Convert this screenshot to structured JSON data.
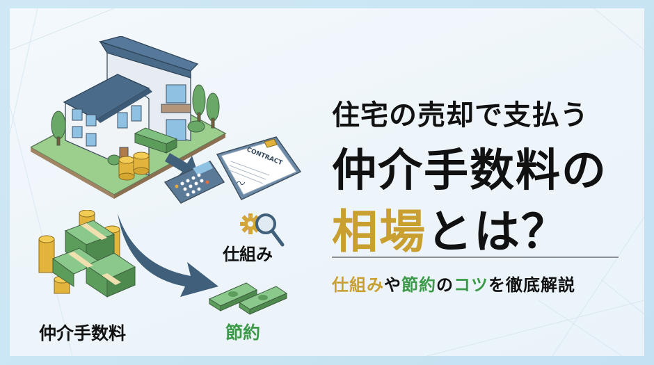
{
  "headline": {
    "line1": "住宅の売却で支払う",
    "line2": "仲介手数料の",
    "line3_highlight": "相場",
    "line3_rest": "とは？"
  },
  "subtitle": {
    "part1_gold": "仕組み",
    "part2": "や",
    "part3_green": "節約",
    "part4": "の",
    "part5_green": "コツ",
    "part6": "を徹底解説"
  },
  "illustration": {
    "contract_text": "CONTRACT",
    "label_fee": "仲介手数料",
    "label_mechanism": "仕組み",
    "label_saving": "節約"
  },
  "colors": {
    "gold": "#c9a030",
    "green": "#3a9a47",
    "navy": "#3f5f7a",
    "frame": "#c8e4f2",
    "card": "#eef5fa"
  }
}
